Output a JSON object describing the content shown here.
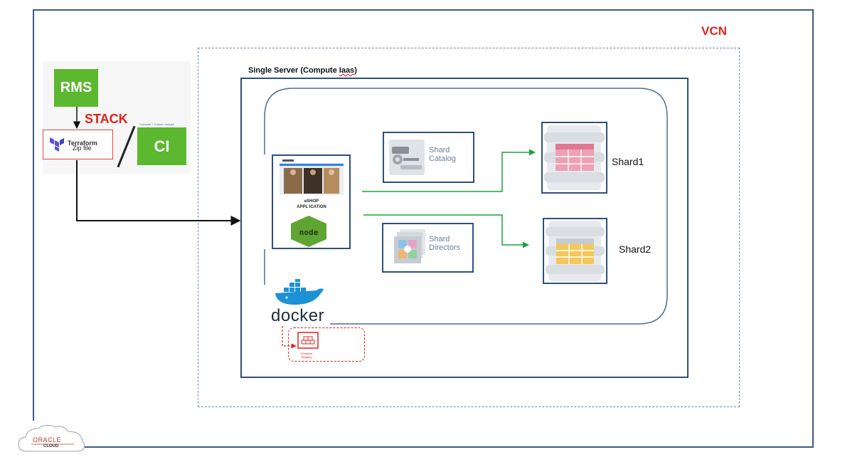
{
  "vcn": {
    "label": "VCN"
  },
  "server": {
    "title_prefix": "Single Server (Compute ",
    "title_underlined": "Iaas",
    "title_suffix": ")"
  },
  "left_panel": {
    "rms": "RMS",
    "stack": "STACK",
    "terraform": "Terraform",
    "zip_file": "Zip file",
    "ci_caption": "Compute + Custom Images",
    "ci": "CI"
  },
  "eshop": {
    "line1": "eSHOP",
    "line2": "APPL ICATION",
    "node_logo": "node"
  },
  "shard_catalog": {
    "line1": "Shard",
    "line2": "Catalog"
  },
  "shard_directors": {
    "line1": "Shard",
    "line2": "Directors"
  },
  "shards": {
    "shard1": "Shard1",
    "shard2": "Shard2"
  },
  "docker": {
    "label": "docker"
  },
  "registry": {
    "line1": "Container",
    "line2": "Registry"
  },
  "oracle": {
    "brand": "ORACLE",
    "cloud": "CLOUD"
  },
  "colors": {
    "frame": "#3e5a84",
    "accent_red": "#e0231a",
    "oci_green": "#5cb82e",
    "flow_green": "#1aa33a",
    "shard1_fill": "#f0a0b4",
    "shard2_fill": "#f5c75a"
  },
  "icons": [
    "terraform-icon",
    "node-icon",
    "catalog-icon",
    "directors-icon",
    "database-icon",
    "docker-whale-icon",
    "registry-icon",
    "oracle-cloud-icon"
  ]
}
